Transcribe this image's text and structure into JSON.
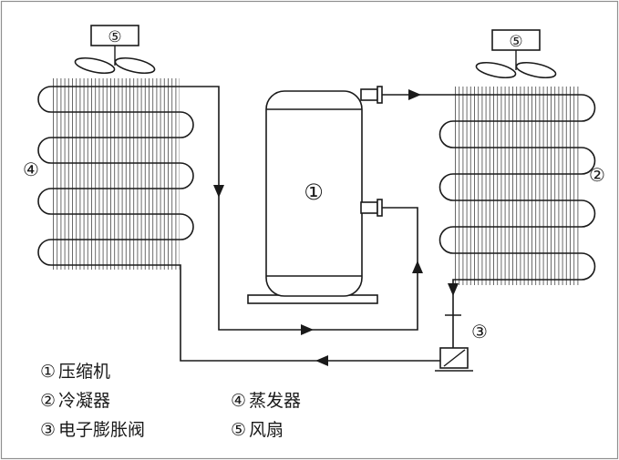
{
  "diagram": {
    "type": "refrigeration-cycle-schematic",
    "component_labels": {
      "compressor": "①",
      "condenser": "②",
      "expansion_valve": "③",
      "evaporator": "④",
      "fan_left": "⑤",
      "fan_right": "⑤"
    },
    "legend": [
      {
        "number": "①",
        "label": "压缩机"
      },
      {
        "number": "②",
        "label": "冷凝器"
      },
      {
        "number": "③",
        "label": "电子膨胀阀"
      },
      {
        "number": "④",
        "label": "蒸发器"
      },
      {
        "number": "⑤",
        "label": "风扇"
      }
    ],
    "colors": {
      "line": "#1a1a1a",
      "background": "#ffffff",
      "border": "#909090"
    }
  }
}
